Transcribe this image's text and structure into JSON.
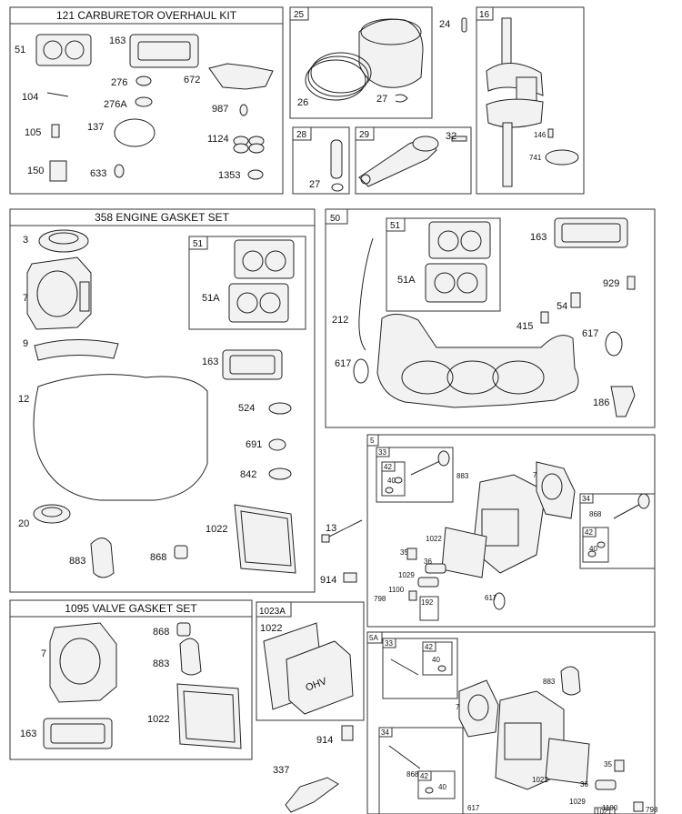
{
  "boxes": {
    "carb_kit": "121 CARBURETOR OVERHAUL KIT",
    "engine_gasket": "358 ENGINE GASKET SET",
    "valve_gasket": "1095 VALVE GASKET SET"
  },
  "tags": {
    "t25": "25",
    "t16": "16",
    "t28": "28",
    "t29": "29",
    "t50": "50",
    "t51a": "51",
    "t51b": "51",
    "t5": "5",
    "t5a": "5A",
    "t33a": "33",
    "t42a": "42",
    "t34a": "34",
    "t42b": "42",
    "t192": "192",
    "t1023a": "1023A",
    "t33b": "33",
    "t42c": "42",
    "t34b": "34",
    "t42d": "42",
    "t1021": "1021"
  },
  "labels": {
    "c51": "51",
    "c163": "163",
    "c276": "276",
    "c672": "672",
    "c104": "104",
    "c276a": "276A",
    "c987": "987",
    "c105": "105",
    "c137": "137",
    "c1124": "1124",
    "c150": "150",
    "c633": "633",
    "c1353": "1353",
    "p26": "26",
    "p27": "27",
    "r24": "24",
    "w27": "27",
    "r32": "32",
    "k146": "146",
    "k741": "741",
    "e3": "3",
    "e7": "7",
    "e9": "9",
    "e12": "12",
    "e20": "20",
    "e51a": "51A",
    "e163": "163",
    "e524": "524",
    "e691": "691",
    "e842": "842",
    "e1022": "1022",
    "e883": "883",
    "e868": "868",
    "i51a": "51A",
    "i163": "163",
    "i212": "212",
    "i929": "929",
    "i54": "54",
    "i415": "415",
    "i617": "617",
    "i617b": "617",
    "i186": "186",
    "b13": "13",
    "b914": "914",
    "h40": "40",
    "h883": "883",
    "h7": "7",
    "h868": "868",
    "h40b": "40",
    "h1022": "1022",
    "h35": "35",
    "h36": "36",
    "h1029": "1029",
    "h1100": "1100",
    "h798": "798",
    "h617": "617",
    "v7": "7",
    "v868": "868",
    "v883": "883",
    "v163": "163",
    "v1022": "1022",
    "vc1022": "1022",
    "vc914": "914",
    "s337": "337",
    "j40": "40",
    "j883": "883",
    "j7": "7",
    "j868": "868",
    "j40b": "40",
    "j35": "35",
    "j36": "36",
    "j1022": "1022",
    "j1029": "1029",
    "j1100": "1100",
    "j617": "617",
    "j798": "798"
  },
  "cover_text": "OHV"
}
